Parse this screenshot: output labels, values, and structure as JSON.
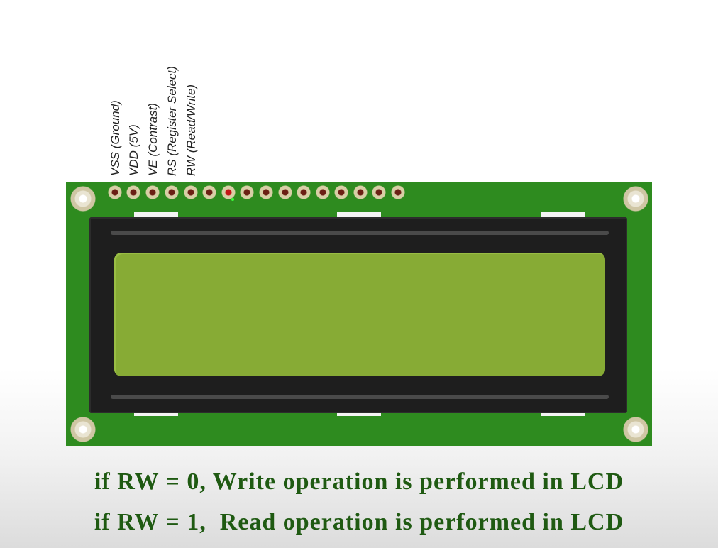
{
  "pin_labels": [
    "VSS (Ground)",
    "VDD (5V)",
    "VE (Contrast)",
    "RS (Register Select)",
    "RW (Read/Write)"
  ],
  "captions": [
    "if RW = 0, Write operation is performed in LCD",
    "if RW = 1,  Read operation is performed in LCD"
  ],
  "colors": {
    "pcb": "#2e8b1f",
    "bezel": "#1e1e1e",
    "screen": "#87ab35",
    "caption_text": "#1f5a12",
    "highlighted_pin": "#c41616"
  },
  "highlighted_pin": "RW (Read/Write)"
}
